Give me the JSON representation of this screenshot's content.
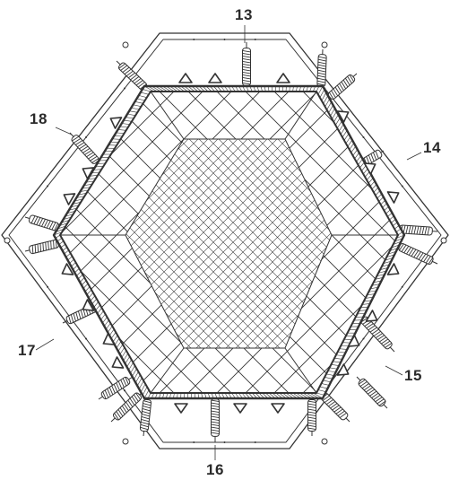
{
  "labels": {
    "p13": "13",
    "p14": "14",
    "p15": "15",
    "p16": "16",
    "p17": "17",
    "p18": "18"
  },
  "colors": {
    "line": "#333333",
    "background": "#ffffff"
  }
}
